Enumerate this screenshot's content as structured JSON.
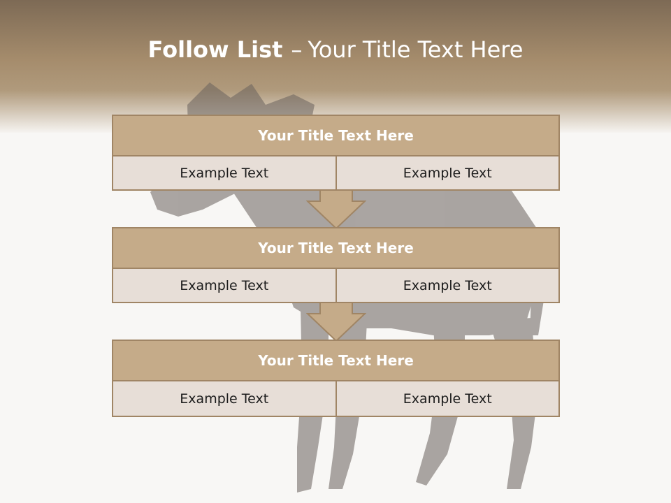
{
  "slide": {
    "title_bold": "Follow List",
    "title_separator": "–",
    "title_rest": "Your Title Text Here"
  },
  "colors": {
    "header_dark": "#7d6a55",
    "title_fill": "#c5ab89",
    "cell_fill": "#e7ded7",
    "border": "#a08565"
  },
  "steps": [
    {
      "title": "Your Title Text Here",
      "left_text": "Example Text",
      "right_text": "Example Text"
    },
    {
      "title": "Your Title Text Here",
      "left_text": "Example Text",
      "right_text": "Example Text"
    },
    {
      "title": "Your Title Text Here",
      "left_text": "Example Text",
      "right_text": "Example Text"
    }
  ],
  "background_image": "donkey-photo"
}
